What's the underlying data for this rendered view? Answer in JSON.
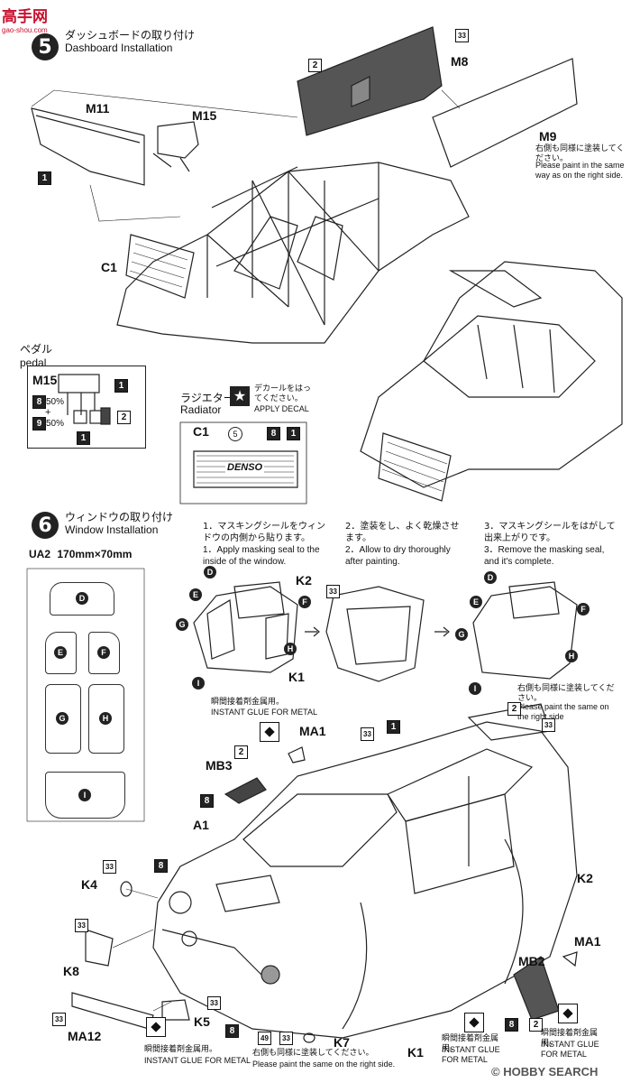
{
  "header": {
    "logo": "高手网",
    "logo_url": "gao-shou.com"
  },
  "step5": {
    "number": "5",
    "title_jp": "ダッシュボードの取り付け",
    "title_en": "Dashboard Installation",
    "parts": {
      "m11": "M11",
      "m15": "M15",
      "m8": "M8",
      "m9": "M9",
      "c1": "C1"
    },
    "color_callouts": {
      "c2": "2",
      "c33": "33",
      "c1": "1"
    },
    "m9_note_jp": "右側も同様に塗装してください。",
    "m9_note_en": "Please paint in the same way as on the right side.",
    "pedal": {
      "title_jp": "ペダル",
      "title_en": "pedal",
      "part": "M15",
      "mix_a": "8",
      "mix_a_pct": "50%",
      "plus": "+",
      "mix_b": "9",
      "mix_b_pct": "50%",
      "c_right_top": "1",
      "c_right": "2",
      "c_bottom": "1"
    },
    "radiator": {
      "title_jp": "ラジエター",
      "title_en": "Radiator",
      "decal_jp": "デカールをはってください。",
      "decal_en": "APPLY DECAL",
      "part": "C1",
      "decal_no": "5",
      "color_a": "8",
      "color_b": "1",
      "brand": "DENSO"
    }
  },
  "step6": {
    "number": "6",
    "title_jp": "ウィンドウの取り付け",
    "title_en": "Window Installation",
    "sheet": {
      "label": "UA2",
      "size": "170mm×70mm",
      "panes": [
        "D",
        "E",
        "F",
        "G",
        "H",
        "I"
      ]
    },
    "instructions": [
      {
        "jp": "1．マスキングシールをウィンドウの内側から貼ります。",
        "en": "1．Apply masking seal to the inside of the window."
      },
      {
        "jp": "2．塗装をし、よく乾燥させます。",
        "en": "2．Allow to dry thoroughly after painting."
      },
      {
        "jp": "3．マスキングシールをはがして出来上がりです。",
        "en": "3．Remove the masking seal, and it's complete."
      }
    ],
    "window_labels": {
      "d": "D",
      "e": "E",
      "f": "F",
      "g": "G",
      "h": "H",
      "i": "I",
      "k1": "K1",
      "k2": "K2",
      "c33": "33"
    },
    "right_note_jp": "右側も同様に塗装してください。",
    "right_note_en": "Please paint the same on the right side",
    "glue_jp": "瞬間接着剤金属用。",
    "glue_en": "INSTANT GLUE FOR METAL",
    "body_parts": {
      "ma1": "MA1",
      "mb3": "MB3",
      "a1": "A1",
      "k4": "K4",
      "k8": "K8",
      "ma12": "MA12",
      "k5": "K5",
      "k7": "K7",
      "k1": "K1",
      "k2": "K2",
      "mb2": "MB2",
      "ma1_right": "MA1"
    },
    "body_colors": {
      "c1": "1",
      "c2": "2",
      "c33": "33",
      "c8": "8",
      "c49": "49"
    },
    "k7_note_jp": "右側も同様に塗装してください。",
    "k7_note_en": "Please paint the same on the right side."
  },
  "watermark": "© HOBBY SEARCH"
}
